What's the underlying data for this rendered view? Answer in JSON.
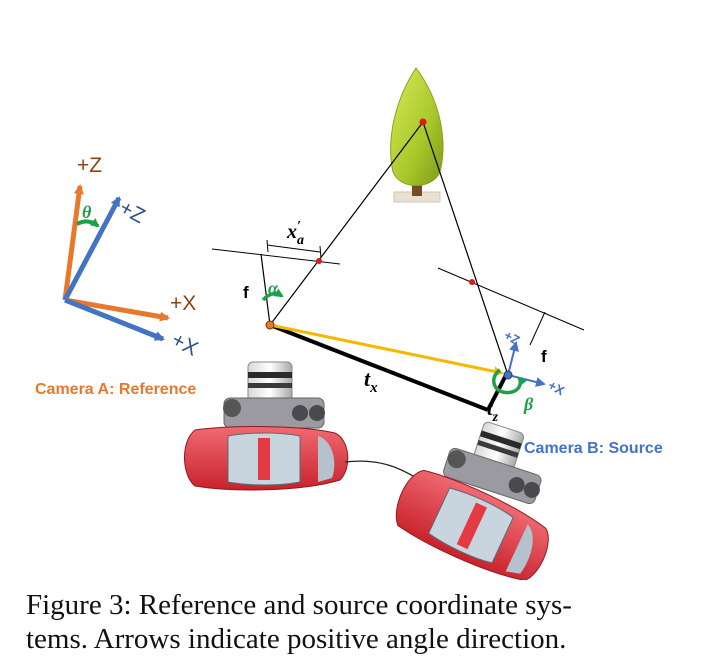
{
  "colors": {
    "orange": "#e8782c",
    "blue": "#4472c4",
    "green": "#1aa14a",
    "yellow": "#f5b800",
    "red_point": "#e01818",
    "black": "#000000",
    "car_red": "#e33a44"
  },
  "axes_diagram": {
    "a_z": "+Z",
    "b_z": "+Z",
    "a_x": "+X",
    "b_x": "+X",
    "theta": "θ"
  },
  "legend": {
    "camera_a": "Camera A: Reference",
    "camera_b": "Camera B: Source"
  },
  "geometry_labels": {
    "x_prime_a": "x",
    "x_prime_a_sup": "′",
    "x_prime_a_sub": "a",
    "f_left": "f",
    "alpha": "α",
    "t_x": "t",
    "t_x_sub": "x",
    "t_z": "t",
    "t_z_sub": "z",
    "f_right": "f",
    "beta": "β",
    "b_small_z": "+Z",
    "b_small_x": "+X"
  },
  "caption": {
    "line1": "Figure 3:  Reference and source coordinate sys-",
    "line2": "tems. Arrows indicate positive angle direction."
  }
}
